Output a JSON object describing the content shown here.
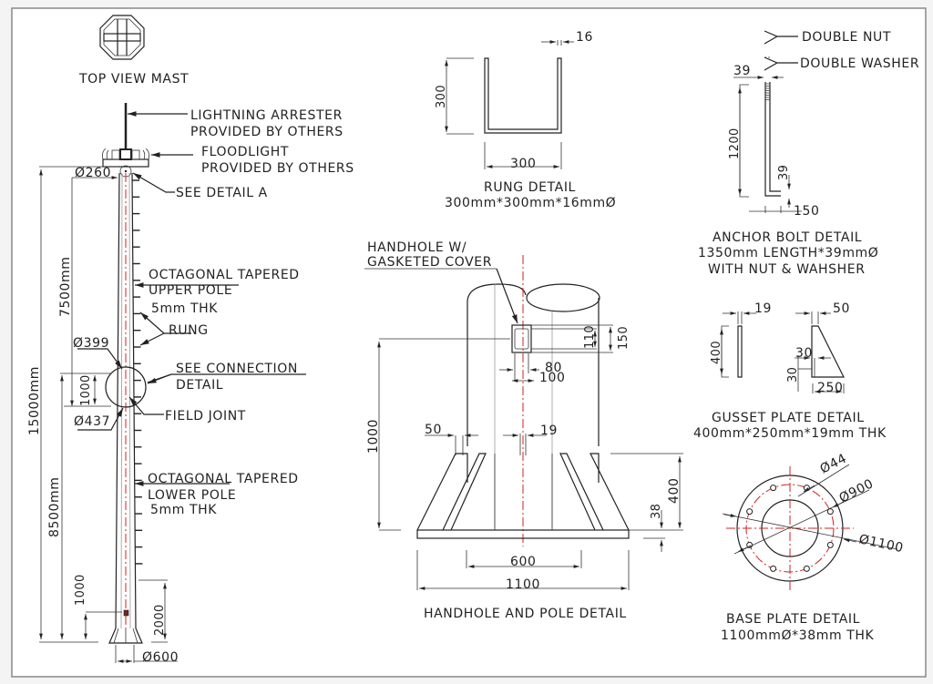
{
  "colors": {
    "line": "#222222",
    "centerline": "#d42020",
    "frame": "#888888",
    "background": "#ffffff"
  },
  "top_view": {
    "title": "TOP VIEW MAST"
  },
  "mast_elevation": {
    "lightning_arrester": [
      "LIGHTNING ARRESTER",
      "PROVIDED BY OTHERS"
    ],
    "floodlight": [
      "FLOODLIGHT",
      "PROVIDED BY OTHERS"
    ],
    "see_detail_a": "SEE DETAIL A",
    "top_diameter": "Ø260",
    "upper_pole": [
      "OCTAGONAL TAPERED",
      "UPPER POLE",
      "5mm THK"
    ],
    "rung": "RUNG",
    "dia_399": "Ø399",
    "connection": [
      "SEE CONNECTION",
      "DETAIL"
    ],
    "overlap_1000": "1000",
    "field_joint": "FIELD JOINT",
    "dia_437": "Ø437",
    "lower_pole": [
      "OCTAGONAL TAPERED",
      "LOWER POLE",
      "5mm THK"
    ],
    "total_height": "15000mm",
    "upper_height": "7500mm",
    "lower_height": "8500mm",
    "handhole_height": "1000",
    "rung_start": "2000",
    "base_diameter": "Ø600"
  },
  "rung_detail": {
    "title": "RUNG DETAIL",
    "spec": "300mm*300mm*16mmØ",
    "dim_height": "300",
    "dim_width": "300",
    "dim_thk": "16"
  },
  "anchor_bolt_detail": {
    "double_nut": "DOUBLE NUT",
    "double_washer": "DOUBLE WASHER",
    "dim_dia": "39",
    "dim_length": "1200",
    "dim_hook": "39",
    "dim_foot": "150",
    "title": "ANCHOR BOLT DETAIL",
    "spec1": "1350mm LENGTH*39mmØ",
    "spec2": "WITH NUT & WAHSHER"
  },
  "handhole_detail": {
    "callout": [
      "HANDHOLE W/",
      "GASKETED COVER"
    ],
    "dim_110": "110",
    "dim_150": "150",
    "dim_80": "80",
    "dim_100": "100",
    "dim_1000": "1000",
    "dim_50": "50",
    "dim_19": "19",
    "dim_400": "400",
    "dim_38": "38",
    "dim_600": "600",
    "dim_1100": "1100",
    "title": "HANDHOLE AND POLE DETAIL"
  },
  "gusset_detail": {
    "dim_19": "19",
    "dim_50": "50",
    "dim_400": "400",
    "dim_30a": "30",
    "dim_30b": "30",
    "dim_250": "250",
    "title": "GUSSET PLATE DETAIL",
    "spec": "400mm*250mm*19mm THK"
  },
  "base_plate_detail": {
    "dim_bolt_hole": "Ø44",
    "dim_pcd": "Ø900",
    "dim_outer": "Ø1100",
    "bolt_count": 8,
    "title": "BASE PLATE DETAIL",
    "spec": "1100mmØ*38mm THK"
  }
}
